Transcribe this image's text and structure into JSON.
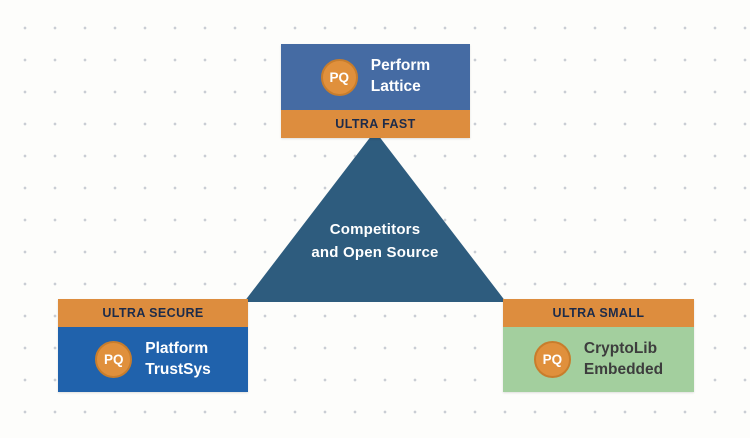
{
  "diagram": {
    "center_triangle": {
      "line1": "Competitors",
      "line2": "and Open Source",
      "color": "#2e5c7e"
    },
    "products": {
      "top": {
        "logo": "PQ",
        "name_line1": "Perform",
        "name_line2": "Lattice",
        "badge": "ULTRA FAST",
        "card_color": "#456ba3"
      },
      "bottom_left": {
        "logo": "PQ",
        "name_line1": "Platform",
        "name_line2": "TrustSys",
        "badge": "ULTRA SECURE",
        "card_color": "#2062ac"
      },
      "bottom_right": {
        "logo": "PQ",
        "name_line1": "CryptoLib",
        "name_line2": "Embedded",
        "badge": "ULTRA SMALL",
        "card_color": "#a3cf9e"
      }
    },
    "colors": {
      "badge_orange": "#dd8d3e",
      "badge_text_navy": "#1c2b4a",
      "logo_orange": "#e0903c",
      "background": "#fdfdfb",
      "dot_grid": "#c9cdd4"
    }
  }
}
